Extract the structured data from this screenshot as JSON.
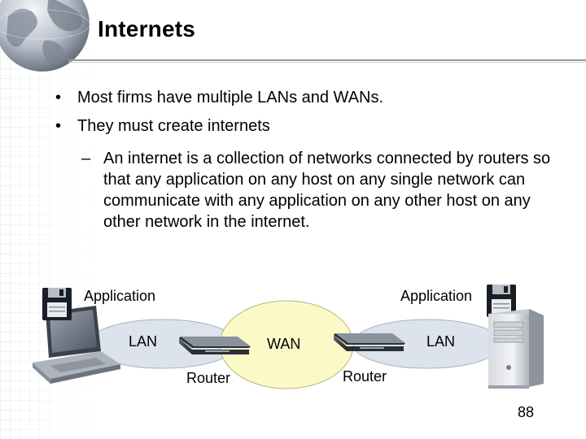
{
  "slide": {
    "title": "Internets",
    "bullets": [
      "Most firms have multiple LANs and WANs.",
      "They must create internets"
    ],
    "bullet_glyph": "•",
    "sub_glyph": "–",
    "sub_bullet": "An internet is a collection of networks connected by routers so that any application on any host on any single network can communicate with any application on any other host on any other network in the internet.",
    "page_number": "88"
  },
  "diagram": {
    "left_app": "Application",
    "right_app": "Application",
    "left_lan": "LAN",
    "wan": "WAN",
    "right_lan": "LAN",
    "left_router": "Router",
    "right_router": "Router"
  },
  "colors": {
    "lan_fill": "#dde3ec",
    "wan_fill": "#fbf9c6",
    "title_rule": "#9a9a9a"
  },
  "icons": [
    "globe-icon",
    "floppy-disk-icon",
    "laptop-icon",
    "router-icon",
    "server-tower-icon"
  ]
}
